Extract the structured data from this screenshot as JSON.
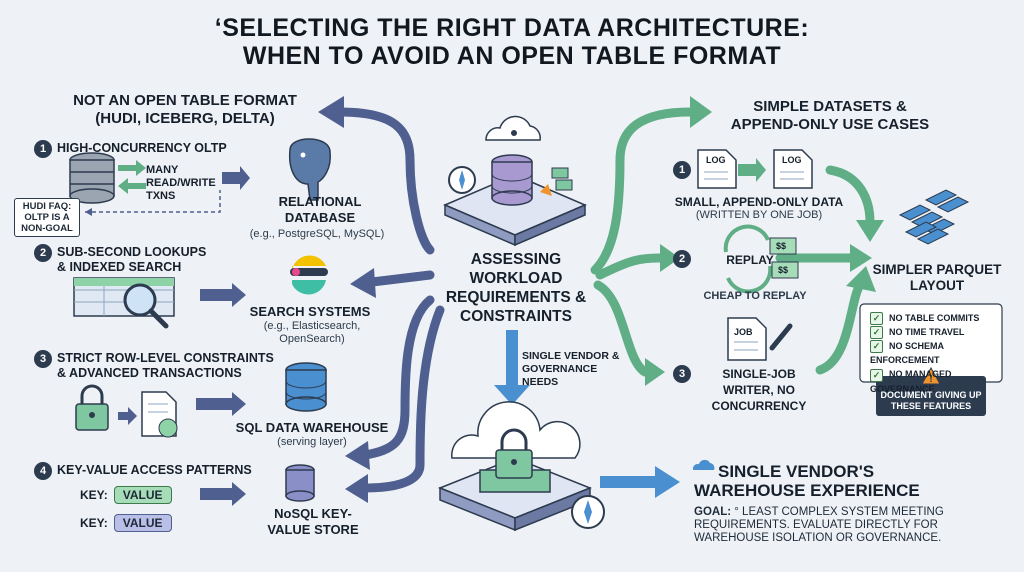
{
  "title": {
    "line1": "‘SELECTING THE RIGHT DATA ARCHITECTURE:",
    "line2": "WHEN TO AVOID AN OPEN TABLE FORMAT"
  },
  "left": {
    "header_line1": "NOT AN OPEN TABLE FORMAT",
    "header_line2": "(HUDI, ICEBERG, DELTA)",
    "items": [
      {
        "num": "1",
        "title_line1": "HIGH-CONCURRENCY OLTP",
        "title_line2": "",
        "target_label": "RELATIONAL DATABASE",
        "target_sub": "(e.g., PostgreSQL, MySQL)"
      },
      {
        "num": "2",
        "title_line1": "SUB-SECOND LOOKUPS",
        "title_line2": "& INDEXED SEARCH",
        "target_label": "SEARCH SYSTEMS",
        "target_sub": "(e.g., Elasticsearch, OpenSearch)"
      },
      {
        "num": "3",
        "title_line1": "STRICT ROW-LEVEL CONSTRAINTS",
        "title_line2": "& ADVANCED TRANSACTIONS",
        "target_label": "SQL DATA WAREHOUSE",
        "target_sub": "(serving layer)"
      },
      {
        "num": "4",
        "title_line1": "KEY-VALUE ACCESS PATTERNS",
        "title_line2": "",
        "target_label": "NoSQL KEY-VALUE STORE",
        "target_sub": ""
      }
    ],
    "oltp_note": "MANY READ/WRITE TXNS",
    "faq_note": "HUDI FAQ: OLTP IS A NON-GOAL",
    "kv_rows": [
      {
        "key": "KEY:",
        "value": "VALUE"
      },
      {
        "key": "KEY:",
        "value": "VALUE"
      }
    ]
  },
  "center": {
    "label": "ASSESSING WORKLOAD REQUIREMENTS & CONSTRAINTS",
    "down_note": "SINGLE VENDOR & GOVERNANCE NEEDS"
  },
  "right": {
    "header_line1": "SIMPLE DATASETS &",
    "header_line2": "APPEND-ONLY USE CASES",
    "items": [
      {
        "num": "1",
        "label": "SMALL, APPEND-ONLY DATA",
        "sub": "(WRITTEN BY ONE JOB)"
      },
      {
        "num": "2",
        "label": "REPLAY",
        "sub": "CHEAP TO REPLAY"
      },
      {
        "num": "3",
        "label": "SINGLE-JOB WRITER, NO CONCURRENCY",
        "sub": ""
      }
    ],
    "log_label": "LOG",
    "job_label": "JOB",
    "money_label": "$$",
    "parquet_label": "SIMPLER PARQUET LAYOUT",
    "checklist": [
      "NO TABLE COMMITS",
      "NO TIME TRAVEL",
      "NO SCHEMA ENFORCEMENT",
      "NO MANAGED GOVERNANCE"
    ],
    "warning": "DOCUMENT GIVING UP THESE FEATURES"
  },
  "bottom": {
    "title_line1": "SINGLE VENDOR'S",
    "title_line2": "WAREHOUSE EXPERIENCE",
    "goal_label": "GOAL:",
    "goal_text": "° LEAST COMPLEX SYSTEM MEETING REQUIREMENTS. EVALUATE DIRECTLY FOR WAREHOUSE ISOLATION OR GOVERNANCE."
  },
  "colors": {
    "navy_arrow": "#4f5f8f",
    "green_arrow": "#5fae86",
    "blue_arrow": "#4a8fd0",
    "accent_orange": "#f0932b"
  }
}
